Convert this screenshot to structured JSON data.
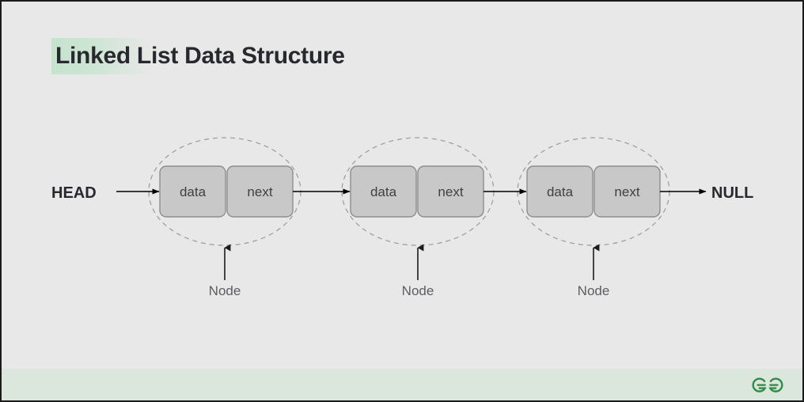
{
  "slide": {
    "title": "Linked List Data Structure",
    "background_color": "#e8e8e8",
    "border_color": "#1b1b1b",
    "title_highlight_color": "#c6e3ce",
    "title_text_color": "#28292e"
  },
  "diagram": {
    "type": "singly-linked-list",
    "head_label": "HEAD",
    "null_label": "NULL",
    "node_caption": "Node",
    "box_fill_color": "#c8c8c8",
    "box_stroke_color": "#8e8e8e",
    "ellipse_stroke_color": "#9a9a9a",
    "arrow_color": "#000000",
    "nodes": [
      {
        "index": 1,
        "data_label": "data",
        "next_label": "next",
        "caption": "Node"
      },
      {
        "index": 2,
        "data_label": "data",
        "next_label": "next",
        "caption": "Node"
      },
      {
        "index": 3,
        "data_label": "data",
        "next_label": "next",
        "caption": "Node"
      }
    ]
  },
  "footer": {
    "band_color": "#dbe6dd",
    "logo_name": "geeksforgeeks-logo",
    "logo_color": "#2f8d46"
  }
}
